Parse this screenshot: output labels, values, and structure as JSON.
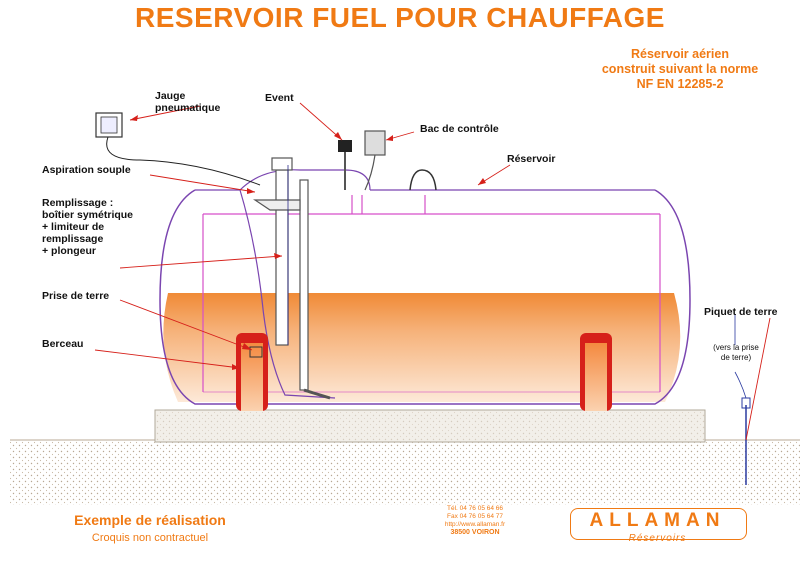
{
  "title": "RESERVOIR FUEL POUR CHAUFFAGE",
  "norm": [
    "Réservoir aérien",
    "construit suivant la norme",
    "NF EN 12285-2"
  ],
  "labels": {
    "jauge": [
      "Jauge",
      "pneumatique"
    ],
    "event": "Event",
    "bac": "Bac de contrôle",
    "reservoir": "Réservoir",
    "aspiration": "Aspiration souple",
    "remplissage": [
      "Remplissage :",
      "boîtier symétrique",
      "+ limiteur de",
      "remplissage",
      "+ plongeur"
    ],
    "prise_terre": "Prise de terre",
    "berceau": "Berceau",
    "piquet": "Piquet de terre",
    "piquet_note": [
      "(vers la prise",
      "de terre)"
    ]
  },
  "footer": {
    "example": "Exemple de réalisation",
    "croquis": "Croquis non contractuel",
    "tel": "Tél. 04 76 05 64 66",
    "fax": "Fax 04 76 05 64 77",
    "web": "http://www.allaman.fr",
    "city": "38500 VOIRON",
    "logo": "ALLAMAN",
    "logo_sub": "Réservoirs"
  },
  "colors": {
    "accent": "#f07a14",
    "fuel": "#f6b27a",
    "tank_line": "#7a45b0",
    "pink": "#d64fc9",
    "red": "#d6201a",
    "cradle": "#f4a060"
  }
}
